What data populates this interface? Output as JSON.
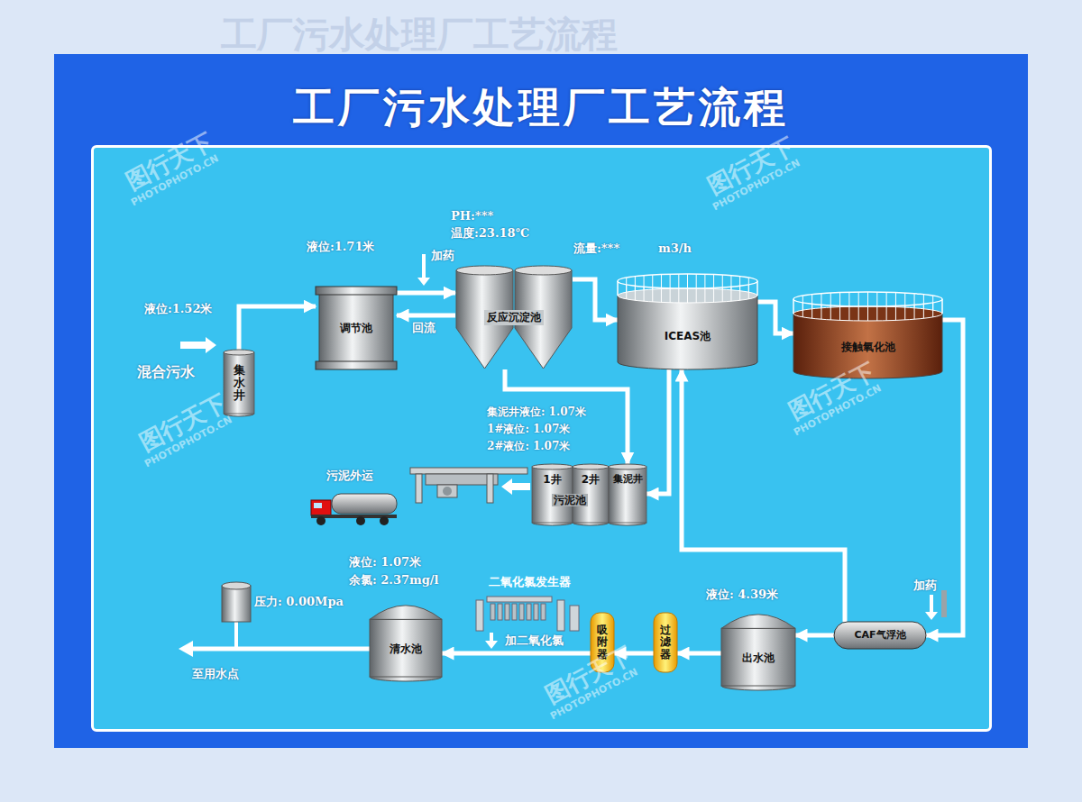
{
  "diagram": {
    "title": "工厂污水处理厂工艺流程",
    "nodes": [
      {
        "text": [
          "集水井"
        ]
      },
      {
        "text": [
          "调节池"
        ]
      },
      {
        "text": [
          "反应沉淀池"
        ]
      },
      {
        "text": [
          "ICEAS池"
        ]
      },
      {
        "text": [
          "接触氧化池"
        ]
      },
      {
        "text": [
          "1井"
        ]
      },
      {
        "text": [
          "2井"
        ]
      },
      {
        "text": [
          "集泥井"
        ]
      },
      {
        "text": [
          "CAF气浮池"
        ]
      },
      {
        "text": [
          "出水池"
        ]
      },
      {
        "text": [
          "过滤器"
        ]
      },
      {
        "text": [
          "吸附器"
        ]
      },
      {
        "text": [
          "清水池"
        ]
      },
      {
        "text": [
          "二氧化氯发生器"
        ]
      }
    ],
    "edges": [
      {
        "from": 0,
        "to": 1,
        "arrow": "to"
      },
      {
        "from": 1,
        "to": 2,
        "arrow": "to"
      },
      {
        "from": 2,
        "to": 1,
        "label": "回流",
        "arrow": "to"
      },
      {
        "from": 2,
        "to": 3,
        "arrow": "to"
      },
      {
        "from": 3,
        "to": 4,
        "arrow": "to"
      },
      {
        "from": 4,
        "to": 8,
        "arrow": "to"
      },
      {
        "from": 8,
        "to": 9,
        "arrow": "to"
      },
      {
        "from": 9,
        "to": 10,
        "arrow": "to"
      },
      {
        "from": 10,
        "to": 11,
        "arrow": "to"
      },
      {
        "from": 11,
        "to": 12,
        "arrow": "to"
      },
      {
        "from": 2,
        "to": 7,
        "arrow": "to"
      },
      {
        "from": 3,
        "to": 7,
        "arrow": "to"
      },
      {
        "from": 8,
        "to": 3,
        "arrow": "to"
      }
    ],
    "labels": [
      "工厂污水处理厂工艺流程",
      "液位:1.52米",
      "混合污水",
      "液位:1.71米",
      "加药",
      "PH:***",
      "温度:23.18℃",
      "流量:***",
      "m3/h",
      "集泥井液位: 1.07米",
      "1#液位: 1.07米",
      "2#液位: 1.07米",
      "污泥池",
      "污泥外运",
      "液位: 1.07米",
      "余氯: 2.37mg/l",
      "压力: 0.00Mpa",
      "至用水点",
      "加二氧化氯",
      "液位: 4.39米",
      "加药",
      "图行天下",
      "PHOTOPHOTO.CN",
      "图行天下",
      "PHOTOPHOTO.CN",
      "图行天下",
      "PHOTOPHOTO.CN",
      "图行天下",
      "PHOTOPHOTO.CN",
      "图行天下",
      "PHOTOPHOTO.CN"
    ]
  }
}
